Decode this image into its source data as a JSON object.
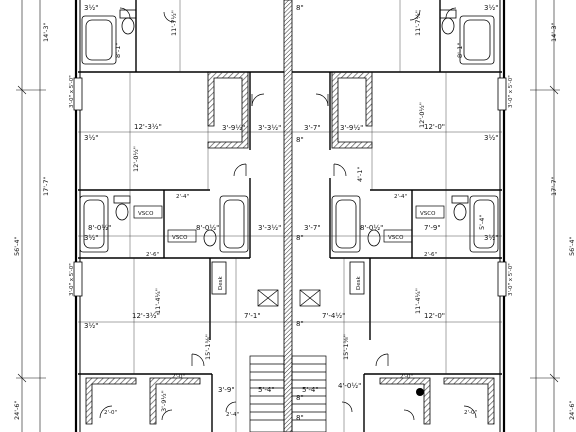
{
  "overall": {
    "left_total": "56'-4\"",
    "right_total": "56'-4\"",
    "left_top": "14'-3\"",
    "right_top": "14'-3\"",
    "left_mid": "17'-7\"",
    "right_mid": "17'-7\"",
    "left_bottom": "24'-6\"",
    "right_bottom": "24'-6\"",
    "left_win_1": "3'-0\" x 5'-0\"",
    "left_win_2": "3'-0\" x 5'-0\"",
    "right_win_1": "3'-0\" x 5'-0\"",
    "right_win_2": "3'-0\" x 5'-0\""
  },
  "left_unit": {
    "d_top_1": "3½\"",
    "d_top_2": "11'-7½\"",
    "d_bath_w": "8'-1\"",
    "d_row1_a": "3½\"",
    "d_row1_b": "12'-3½\"",
    "d_row1_c": "3'-9½\"",
    "d_row1_d": "3'-3½\"",
    "d_row1_e": "12'-0½\"",
    "d_bath2": "8'-0½\"",
    "d_bath2_b": "8'-0½\"",
    "d_row2_a": "3½\"",
    "d_row2_b": "3'-3½\"",
    "d_row2_c": "3½\"",
    "d_row2_d": "12'-3½\"",
    "d_row2_e": "11'-4¼\"",
    "d_row2_f": "7'-1\"",
    "d_row2_g": "15'-1⅝\"",
    "d_row2_h": "3½\"",
    "d_row3_a": "3'-9\"",
    "d_row3_b": "5'-4\"",
    "d_row3_c": "3'-9½\"",
    "vanity_1": "VSCO",
    "vanity_2": "VSCO",
    "desk": "Desk",
    "small_1": "2'-4\"",
    "small_2": "2'-6\"",
    "small_3": "2'-4\"",
    "small_4": "2'-0\"",
    "small_5": "2'-0\""
  },
  "right_unit": {
    "d_top_1": "3½\"",
    "d_top_2": "11'-7½\"",
    "d_bath_w": "8'-1\"",
    "d_row1_a": "3½\"",
    "d_row1_b": "12'-0\"",
    "d_row1_c": "3'-9½\"",
    "d_row1_d": "3'-7\"",
    "d_row1_e": "12'-0½\"",
    "d_bath2": "8'-0½\"",
    "d_bath2_b": "7'-9\"",
    "d_bath2_c": "5'-4\"",
    "d_row2_a": "3½\"",
    "d_row2_b": "3'-7\"",
    "d_row2_c": "12'-0\"",
    "d_row2_e": "11'-4¼\"",
    "d_row2_f": "7'-4½\"",
    "d_row2_g": "15'-1⅝\"",
    "d_row2_h": "4'-1\"",
    "d_row3_a": "5'-4\"",
    "d_row3_b": "4'-0½\"",
    "vanity_1": "VSCO",
    "vanity_2": "VSCO",
    "desk": "Desk",
    "small_1": "2'-4\"",
    "small_2": "2'-6\"",
    "small_3": "2'-0\"",
    "small_4": "2'-0\""
  },
  "center": {
    "wall": "8\"",
    "wall_2": "8\"",
    "wall_3": "8\"",
    "wall_4": "8\"",
    "stair_1": "8\"",
    "stair_2": "8\""
  }
}
